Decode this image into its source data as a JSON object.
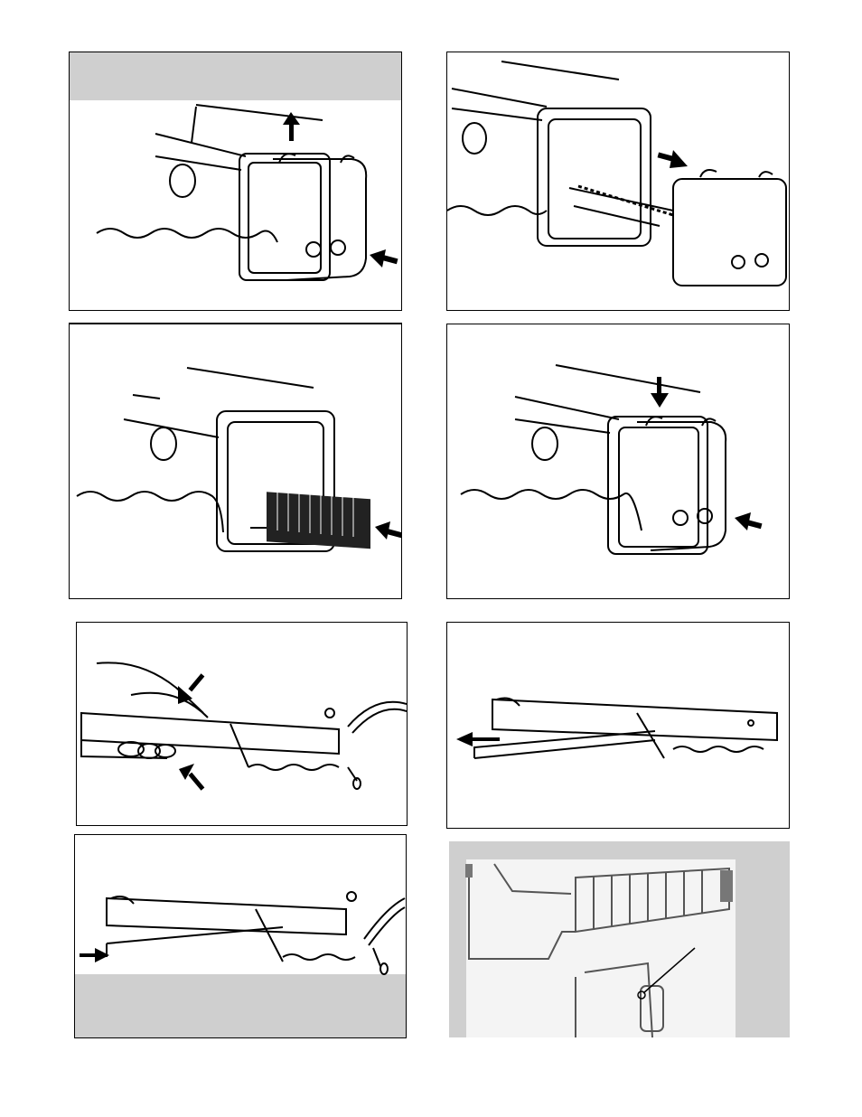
{
  "page": {
    "background": "#ffffff",
    "band_color": "#cfcfcf",
    "line_color": "#000000"
  },
  "figures": [
    {
      "id": "fig-1",
      "depicts": "pull-up-arrow-icon",
      "icons": [
        "arrow-up-icon",
        "arrow-left-icon"
      ]
    },
    {
      "id": "fig-2",
      "depicts": "remove-pusher-icon",
      "icons": [
        "arrow-right-icon"
      ]
    },
    {
      "id": "fig-3",
      "depicts": "load-staples-icon",
      "icons": [
        "arrow-left-icon"
      ]
    },
    {
      "id": "fig-4",
      "depicts": "insert-pusher-icon",
      "icons": [
        "arrow-down-icon",
        "arrow-left-icon"
      ]
    },
    {
      "id": "fig-5",
      "depicts": "squeeze-handle-icon",
      "icons": [
        "arrow-down-icon",
        "arrow-up-icon"
      ]
    },
    {
      "id": "fig-6",
      "depicts": "open-magazine-icon",
      "icons": [
        "arrow-left-icon"
      ]
    },
    {
      "id": "fig-7",
      "depicts": "close-magazine-icon",
      "icons": [
        "arrow-right-icon"
      ]
    },
    {
      "id": "fig-8",
      "depicts": "tool-photo-icon",
      "icons": [
        "pointer-line-icon"
      ]
    }
  ]
}
